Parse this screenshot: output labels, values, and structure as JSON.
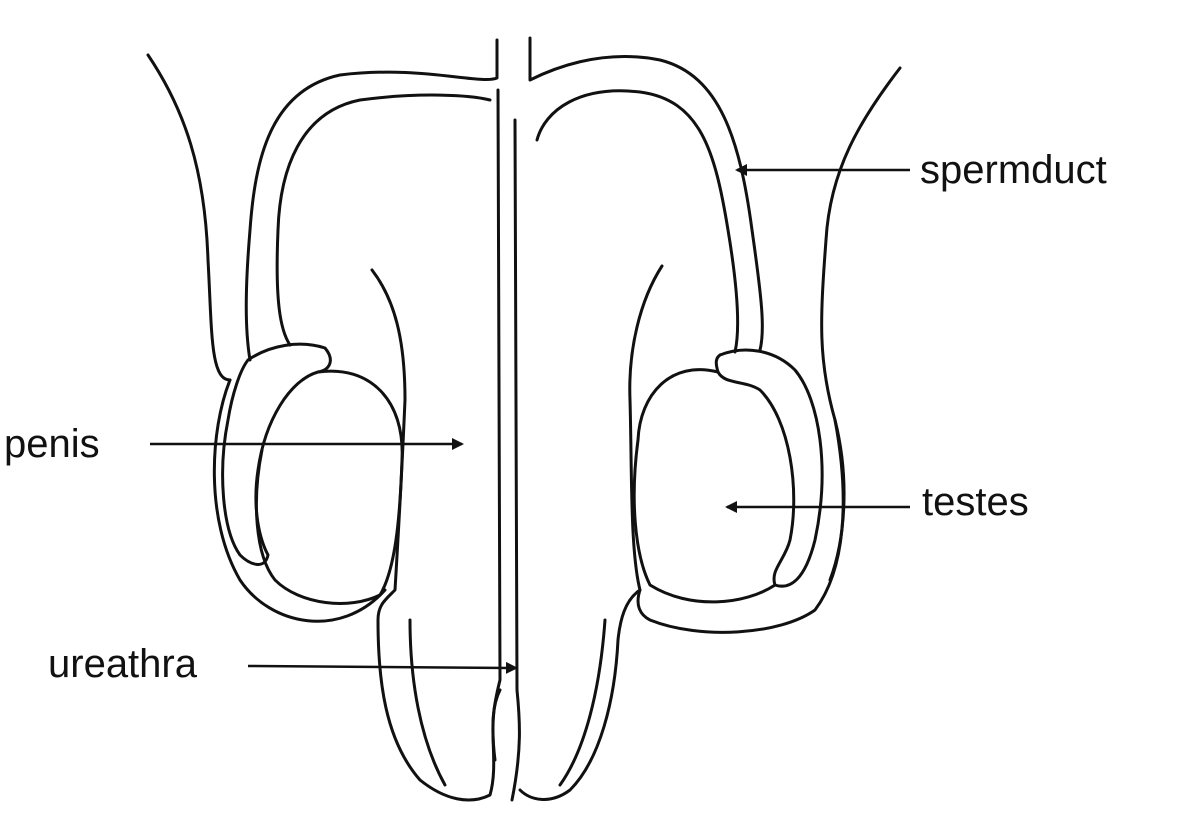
{
  "labels": {
    "spermduct": "spermduct",
    "penis": "penis",
    "testes": "testes",
    "urethra": "ureathra"
  },
  "colors": {
    "line": "#111111",
    "background": "#ffffff"
  }
}
